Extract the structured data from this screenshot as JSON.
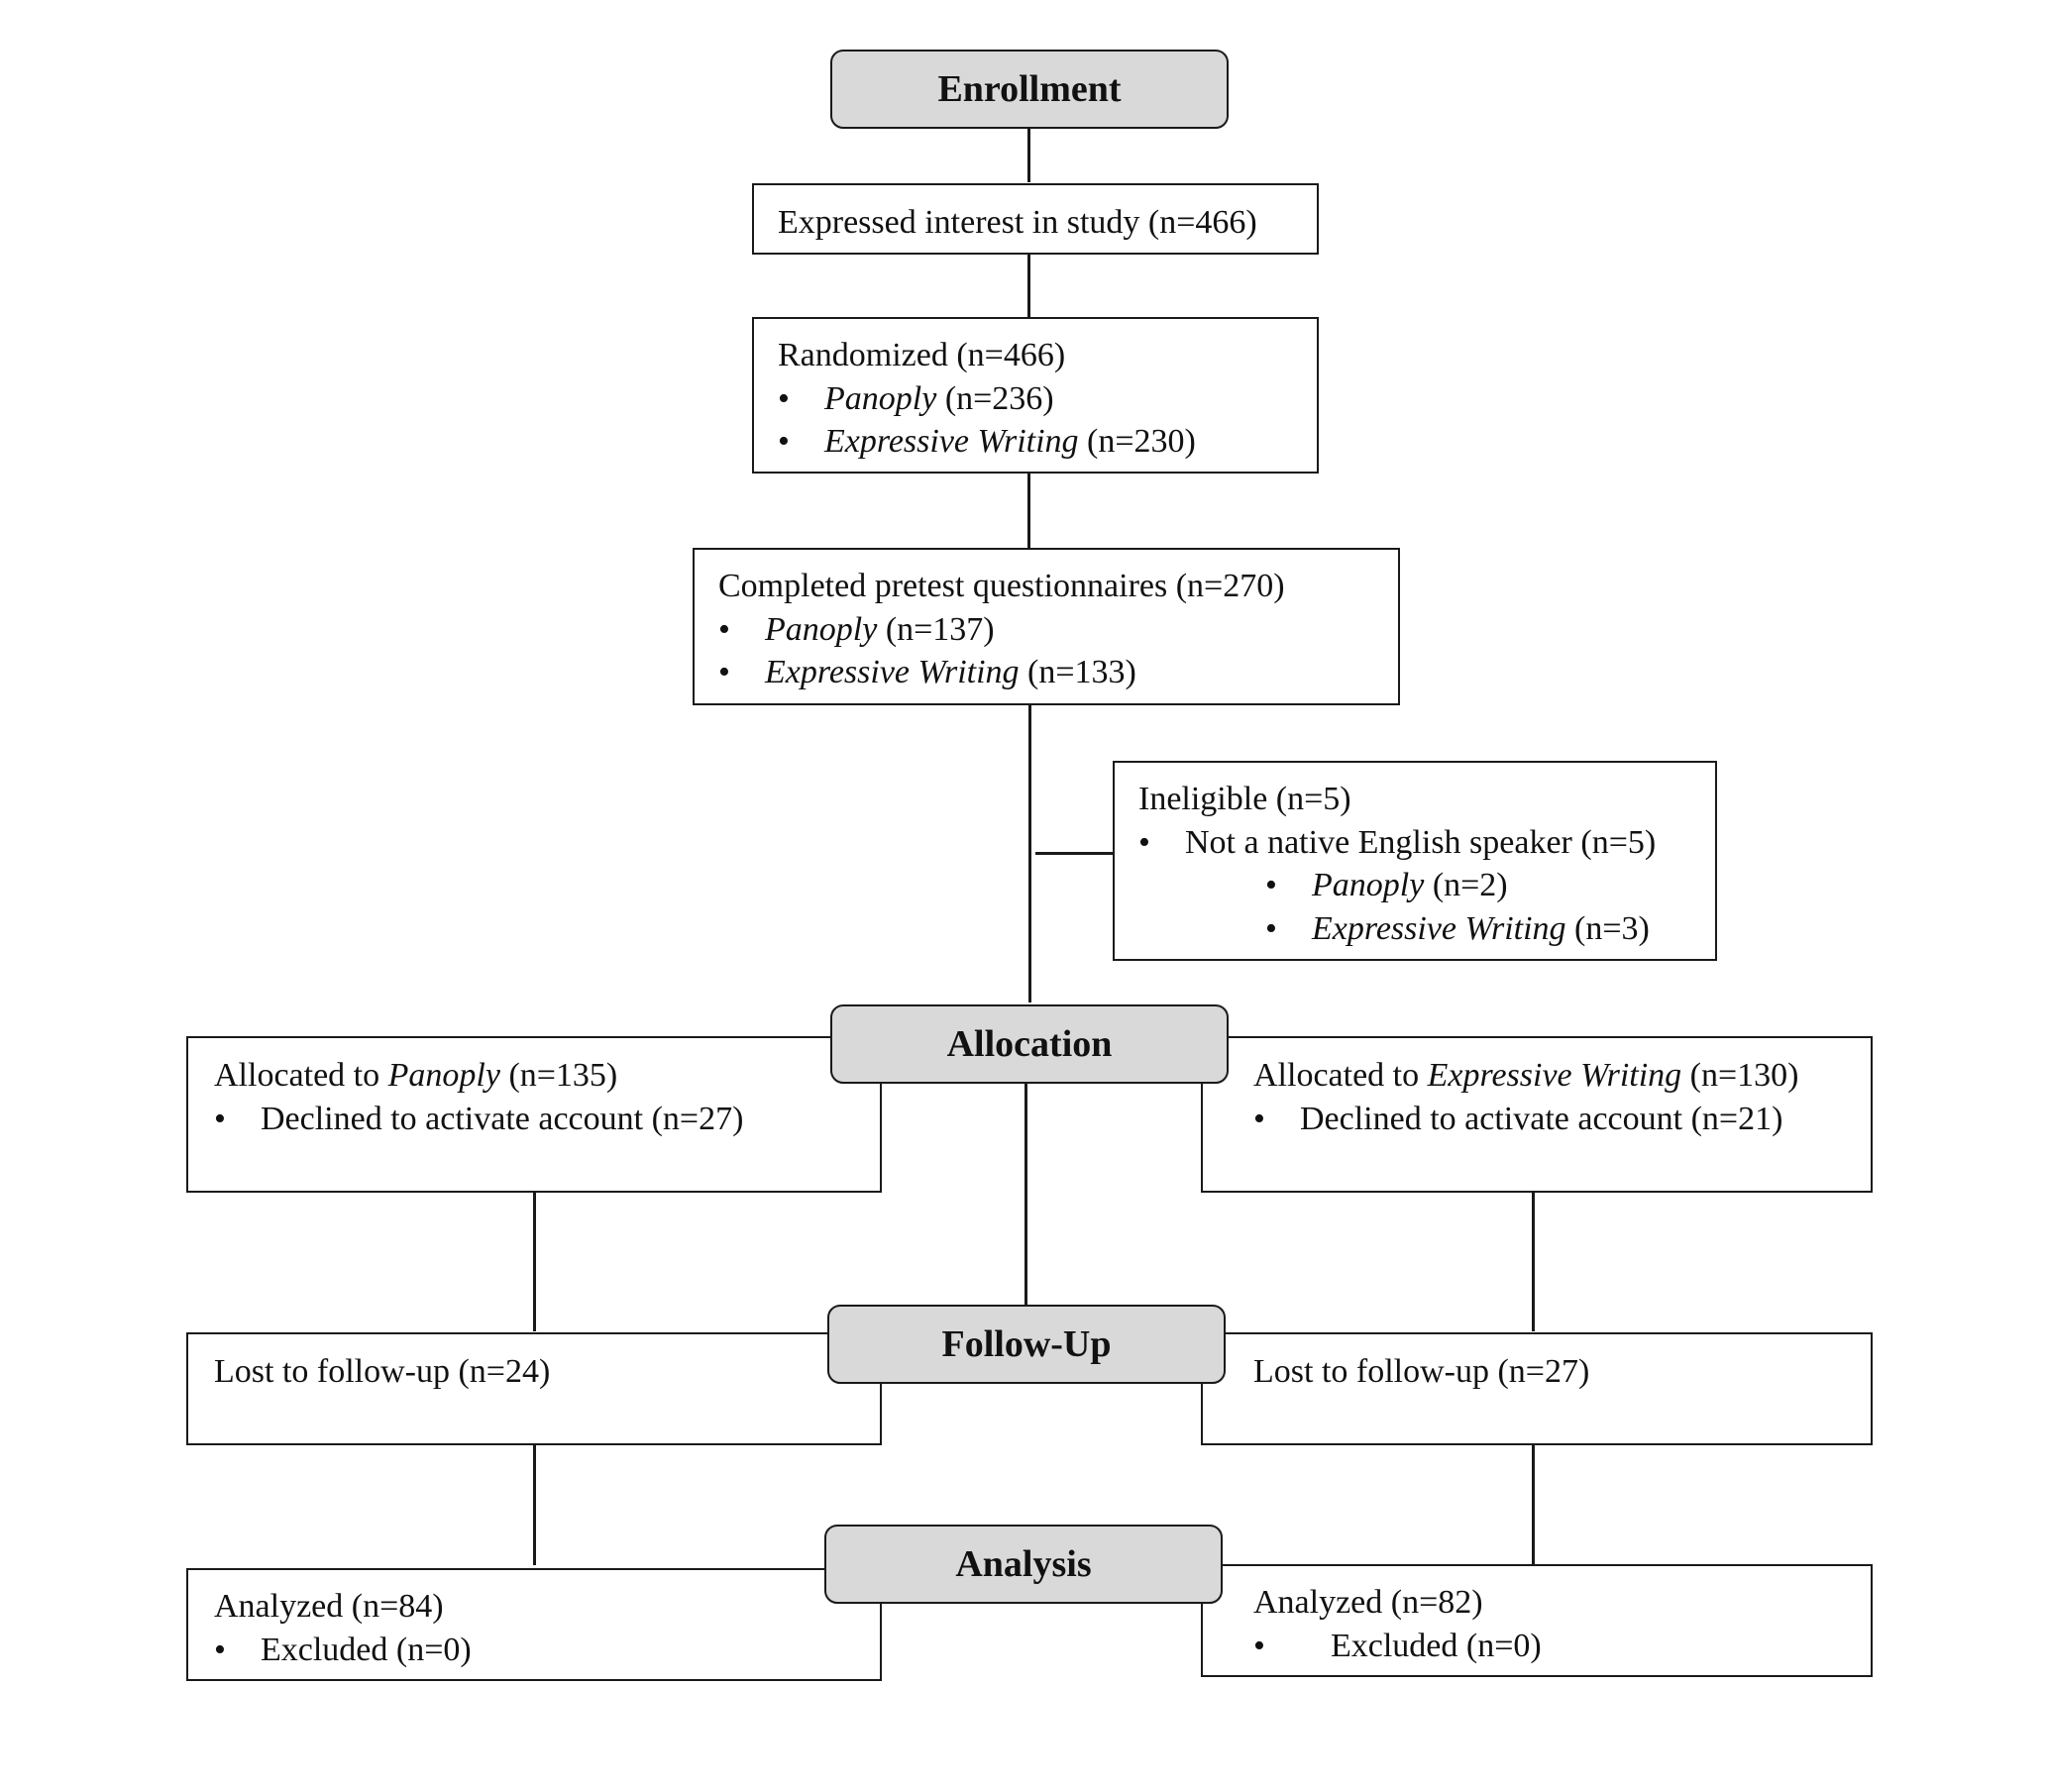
{
  "stages": {
    "enrollment": "Enrollment",
    "allocation": "Allocation",
    "follow_up": "Follow-Up",
    "analysis": "Analysis"
  },
  "bullet": "•",
  "groups": {
    "panoply": "Panoply",
    "expressive_writing": "Expressive Writing"
  },
  "expressed_interest": "Expressed interest in study (n=466)",
  "randomized": {
    "title": "Randomized (n=466)",
    "panoply_count": " (n=236)",
    "ew_count": " (n=230)"
  },
  "pretest": {
    "title": "Completed pretest questionnaires (n=270)",
    "panoply_count": " (n=137)",
    "ew_count": " (n=133)"
  },
  "ineligible": {
    "title": "Ineligible (n=5)",
    "reason": "Not a native English speaker (n=5)",
    "panoply_count": " (n=2)",
    "ew_count": " (n=3)"
  },
  "allocation_left": {
    "prefix": "Allocated to ",
    "count": " (n=135)",
    "declined": "Declined to activate account (n=27)"
  },
  "allocation_right": {
    "prefix": "Allocated to ",
    "count": " (n=130)",
    "declined": "Declined to activate account (n=21)"
  },
  "followup_left": "Lost to follow-up (n=24)",
  "followup_right": "Lost to follow-up (n=27)",
  "analysis_left": {
    "analyzed": "Analyzed (n=84)",
    "excluded": "Excluded (n=0)"
  },
  "analysis_right": {
    "analyzed": "Analyzed (n=82)",
    "excluded": "Excluded (n=0)"
  }
}
